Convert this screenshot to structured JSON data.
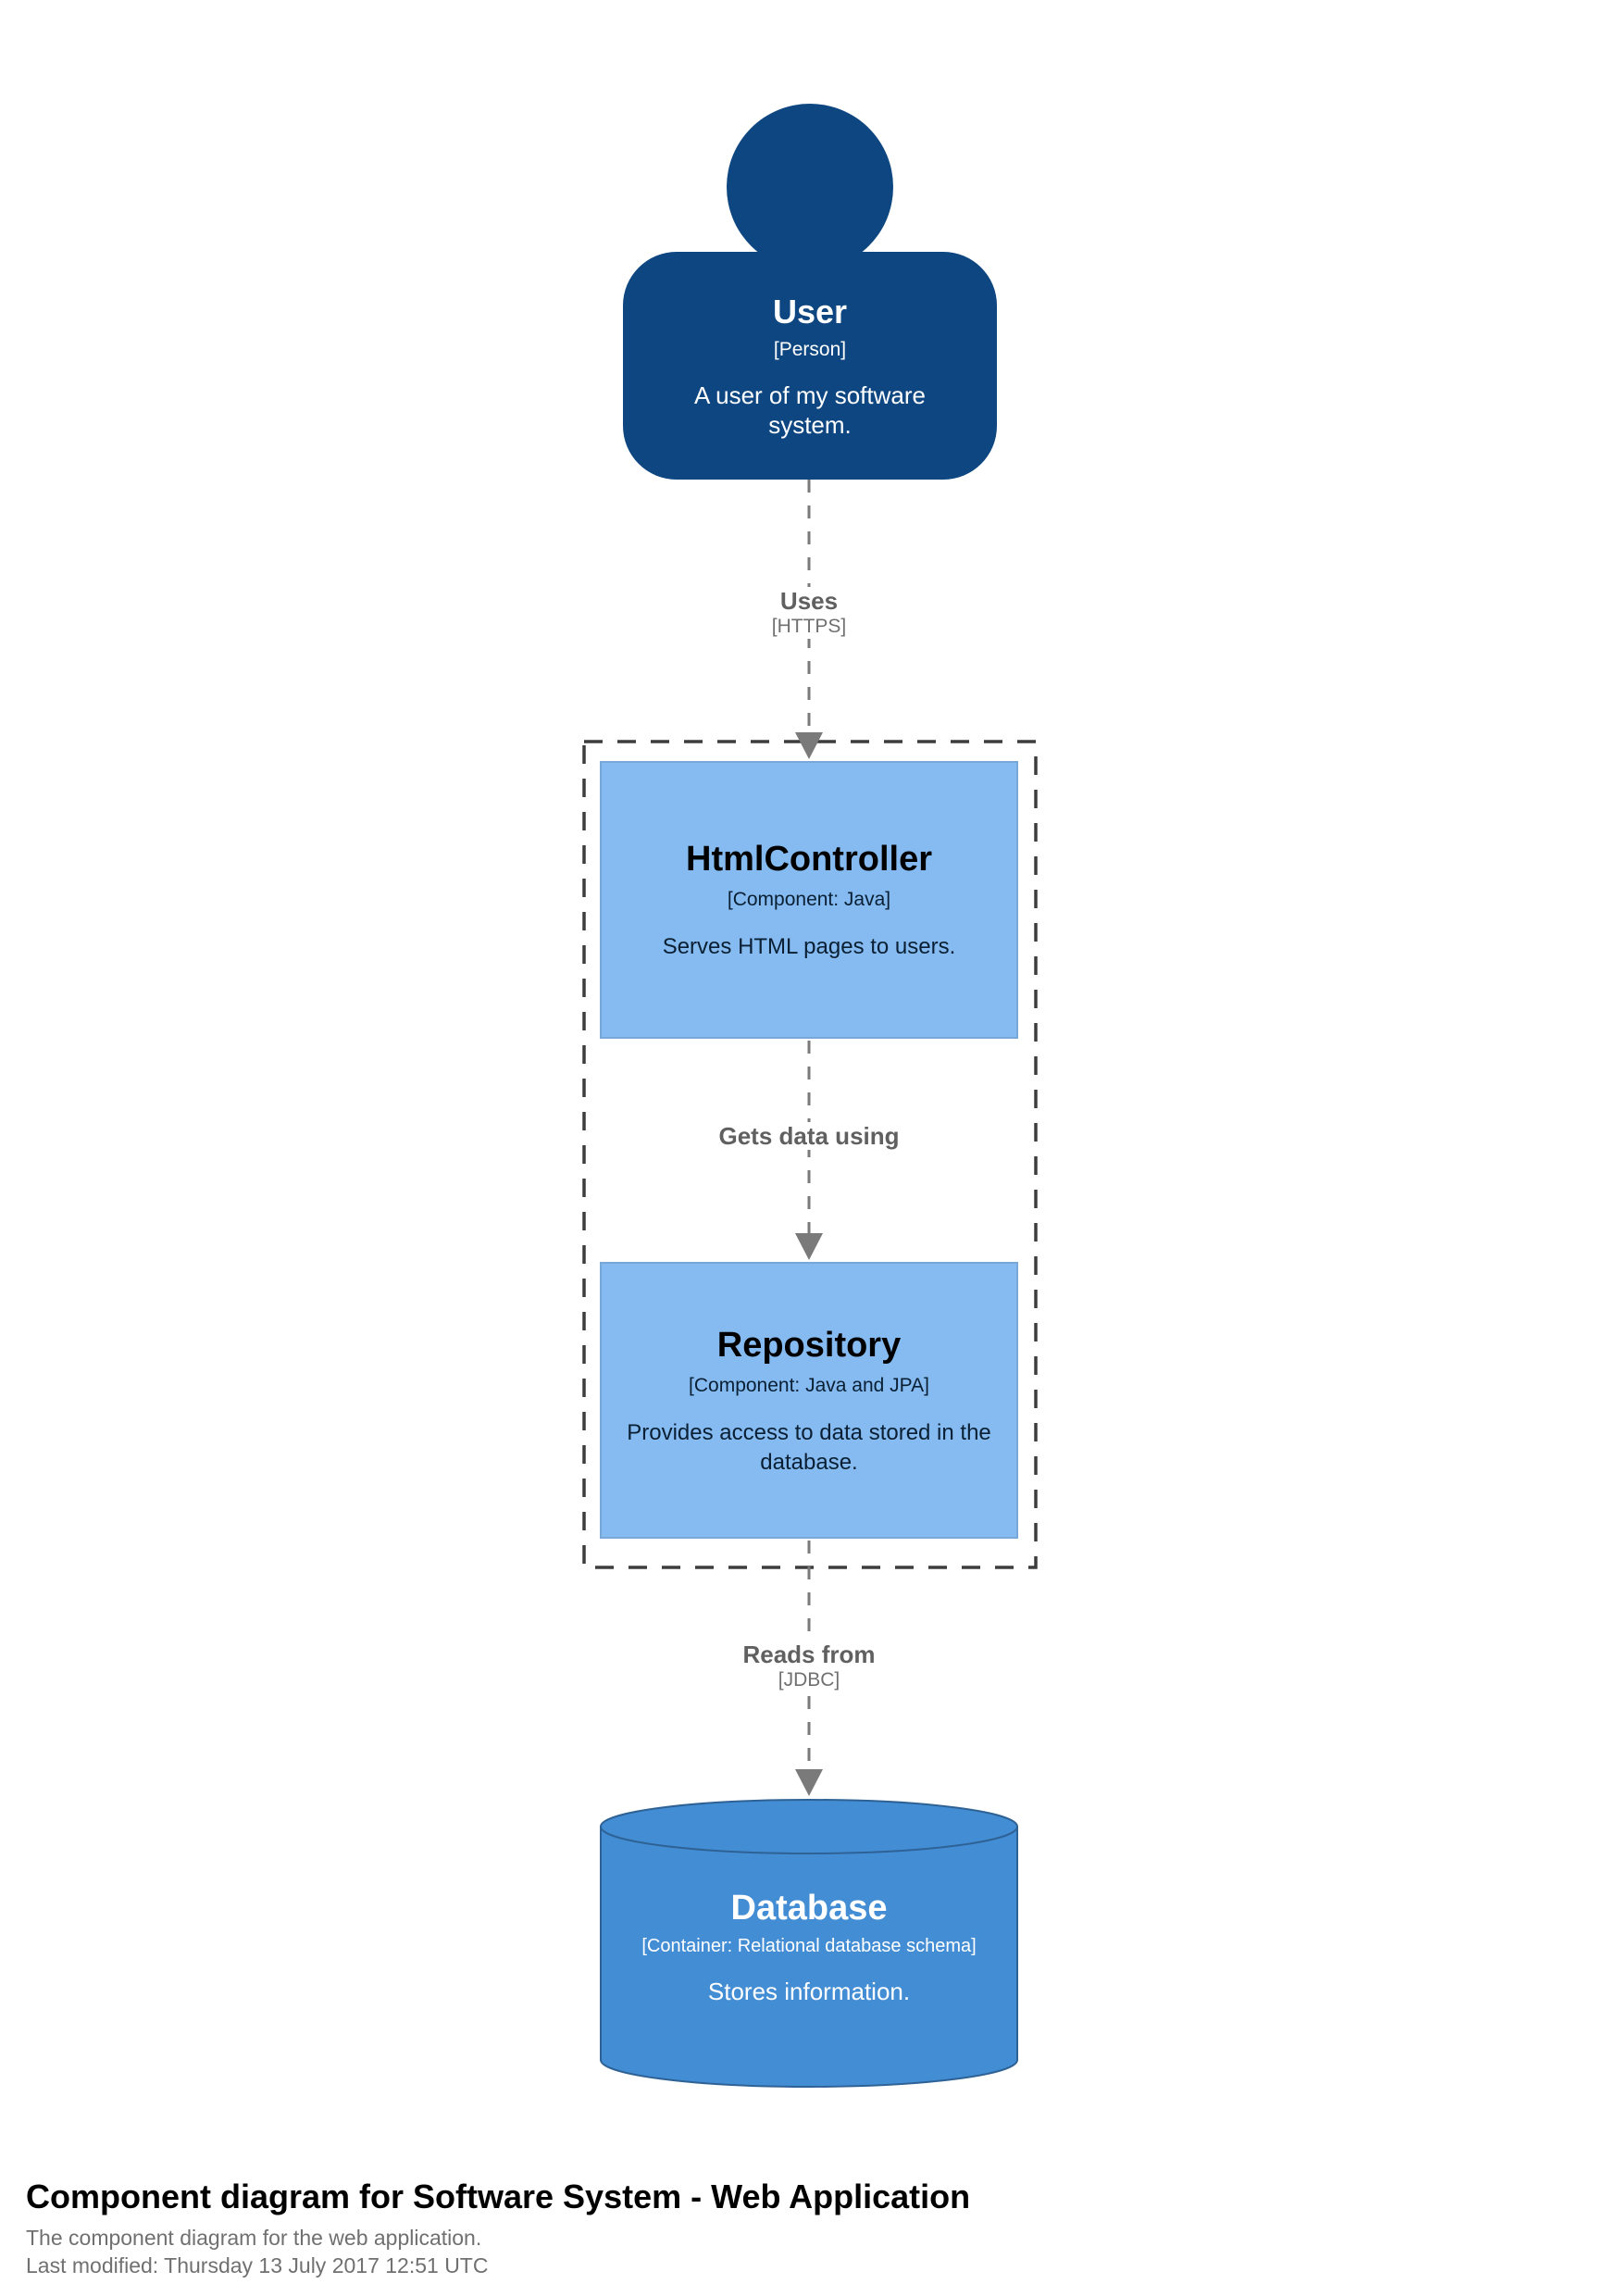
{
  "colors": {
    "person_fill": "#0d4680",
    "person_text": "#ffffff",
    "component_fill": "#85bbf0",
    "component_border": "#78a8d8",
    "component_text": "#000000",
    "container_fill": "#438dd5",
    "container_border": "#2e6295",
    "container_text": "#ffffff",
    "relationship_line": "#7a7a7a",
    "relationship_text": "#606060",
    "relationship_text2": "#707070",
    "boundary": "#3d3d3d",
    "title_text": "#000000",
    "meta_text": "#707070"
  },
  "nodes": {
    "user": {
      "name": "User",
      "meta": "[Person]",
      "description": "A user of my software system."
    },
    "html_controller": {
      "name": "HtmlController",
      "meta": "[Component: Java]",
      "description": "Serves HTML pages to users."
    },
    "repository": {
      "name": "Repository",
      "meta": "[Component: Java and JPA]",
      "description": "Provides access to data stored in the database."
    },
    "database": {
      "name": "Database",
      "meta": "[Container: Relational database schema]",
      "description": "Stores information."
    }
  },
  "relationships": [
    {
      "label": "Uses",
      "technology": "[HTTPS]"
    },
    {
      "label": "Gets data using",
      "technology": ""
    },
    {
      "label": "Reads from",
      "technology": "[JDBC]"
    }
  ],
  "footer": {
    "title": "Component diagram for Software System - Web Application",
    "subtitle": "The component diagram for the web application.",
    "last_modified": "Last modified: Thursday 13 July 2017 12:51 UTC"
  }
}
